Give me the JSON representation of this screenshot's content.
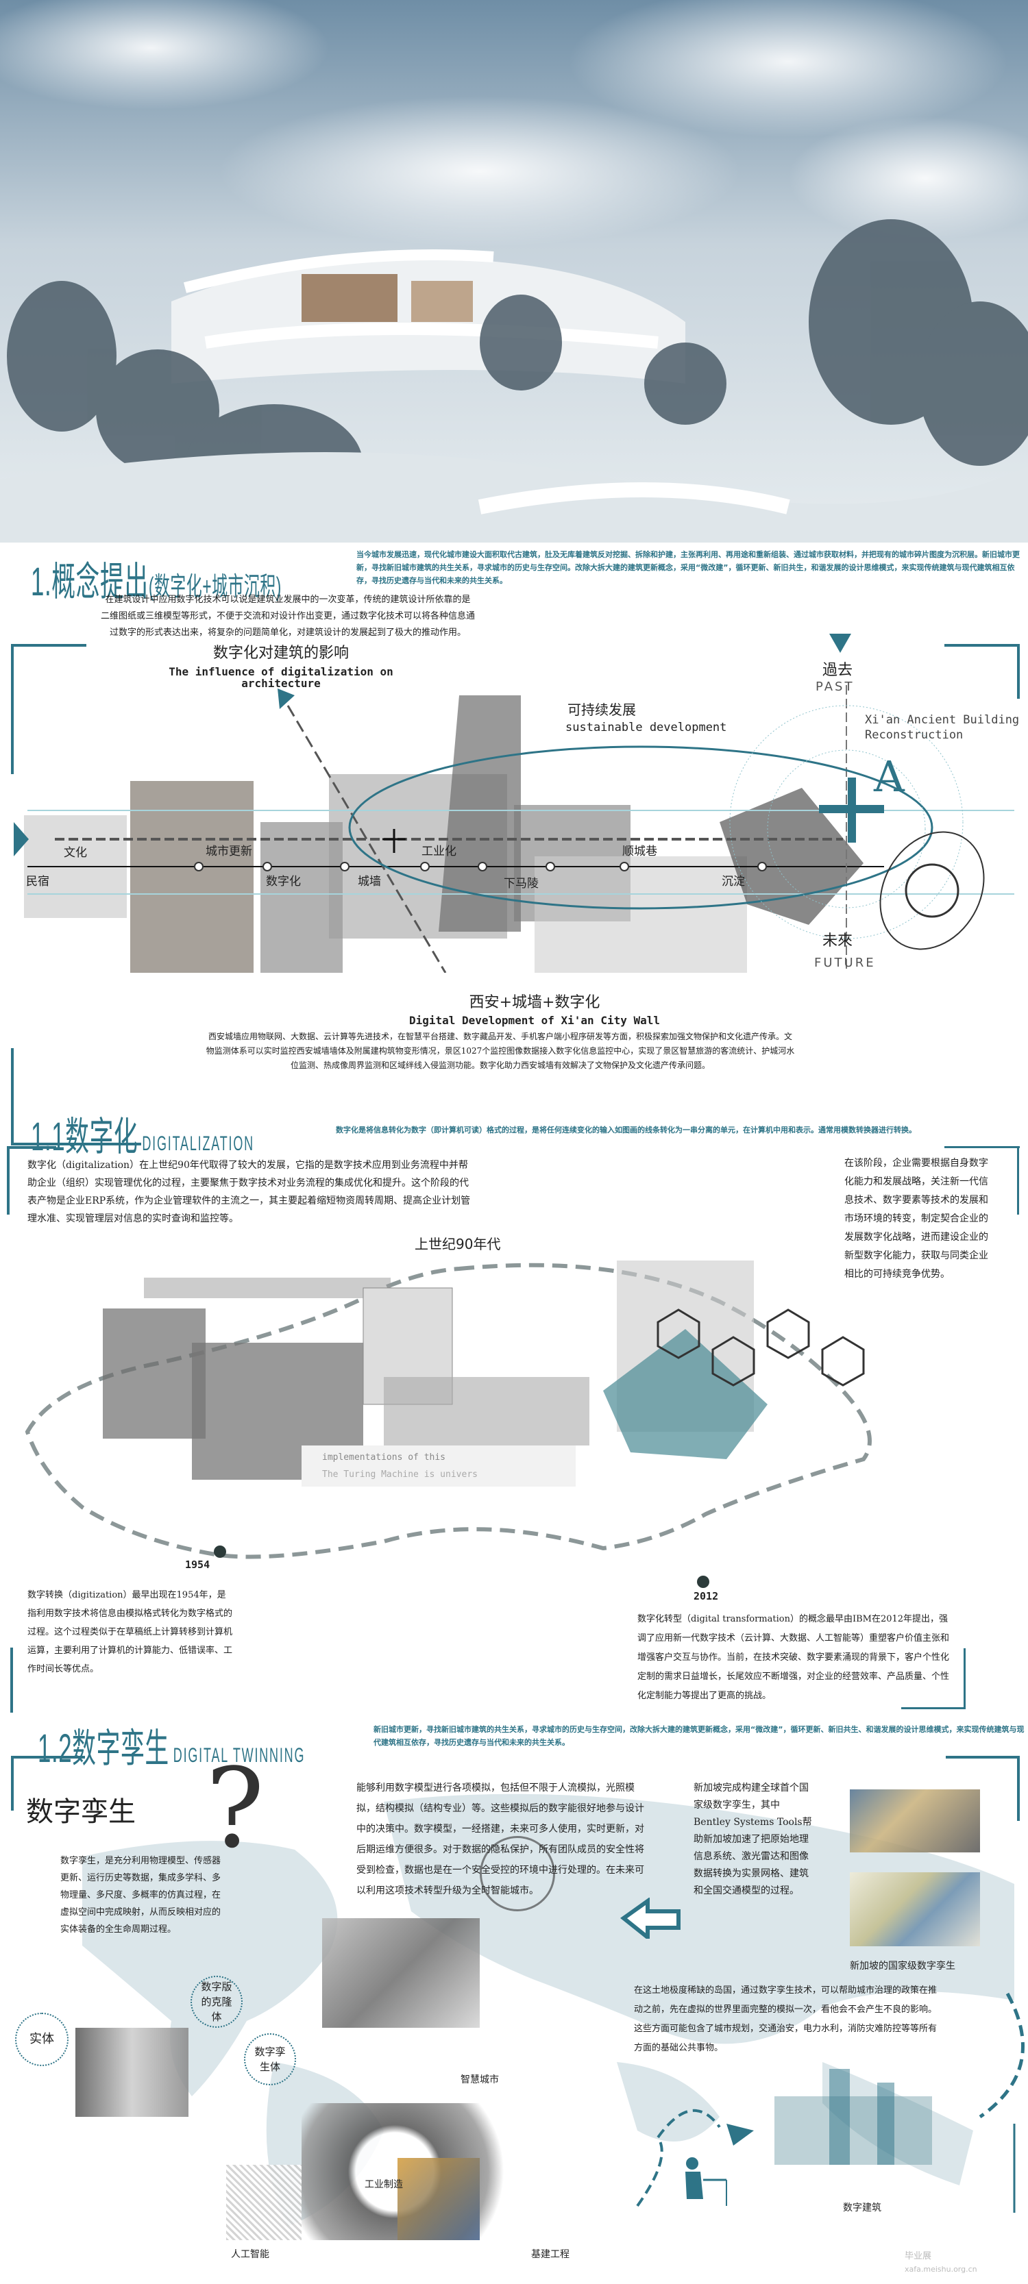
{
  "colors": {
    "accent": "#2e7487",
    "map": "#dbe6ea"
  },
  "section1": {
    "title": "1.概念提出",
    "subtitle": "(数字化+城市沉积)",
    "desc": "当今城市发展迅速，现代化城市建设大面积取代古建筑，肚及无库着建筑反对挖掘、拆除和护建，主张再利用、再用途和重新组装、通过城市获取材料，并把现有的城市碎片图度为沉积层。新旧城市更新，寻找新旧城市建筑的共生关系，寻求城市的历史与生存空间。改除大拆大建的建筑更新概念，采用“微改建”，循环更新、新旧共生，和谐发展的设计思维模式，来实现传统建筑与现代建筑相互依存，寻找历史遗存与当代和未来的共生关系。",
    "intro": [
      "在建筑设计中应用数字化技术可以说是建筑业发展中的一次变革，传统的建筑设计所依靠的是",
      "二维图纸或三维模型等形式，不便于交流和对设计作出变更，通过数字化技术可以将各种信息通",
      "过数字的形式表达出来，将复杂的问题简单化，对建筑设计的发展起到了极大的推动作用。"
    ],
    "influence_cn": "数字化对建筑的影响",
    "influence_en": "The influence of digitalization on architecture",
    "past_cn": "過去",
    "past_en": "PAST",
    "future_cn": "未來",
    "future_en": "FUTURE",
    "sustain_cn": "可持续发展",
    "sustain_en": "sustainable development",
    "xian_en": "Xi'an Ancient Building Reconstruction",
    "timeline": [
      "文化",
      "民宿",
      "城市更新",
      "数字化",
      "城墙",
      "工业化",
      "下马陵",
      "顺城巷",
      "沉淀"
    ],
    "wall_cn": "西安+城墙+数字化",
    "wall_en": "Digital Development of Xi'an City Wall",
    "wall_para": "西安城墙应用物联网、大数据、云计算等先进技术，在智慧平台搭建、数字藏品开发、手机客户端小程序研发等方面，积极探索加强文物保护和文化遗产传承。文物监测体系可以实时监控西安城墙墙体及附属建构筑物变形情况，景区1027个监控图像数据接入数字化信息监控中心，实现了景区智慧旅游的客流统计、护城河水位监测、热成像周界监测和区域绊线入侵监测功能。数字化助力西安城墙有效解决了文物保护及文化遗产传承问题。"
  },
  "section11": {
    "title": "1.1数字化",
    "title_en": "DIGITALIZATION",
    "desc": "数字化是将信息转化为数字（即计算机可读）格式的过程，是将任何连续变化的输入如图画的线条转化为一串分离的单元，在计算机中用和表示。通常用模数转换器进行转换。",
    "para_top": "数字化（digitalization）在上世纪90年代取得了较大的发展，它指的是数字技术应用到业务流程中并帮助企业（组织）实现管理优化的过程，主要聚焦于数字技术对业务流程的集成优化和提升。这个阶段的代表产物是企业ERP系统，作为企业管理软件的主流之一，其主要起着缩短物资周转周期、提高企业计划管理水准、实现管理层对信息的实时查询和监控等。",
    "para_right": "在该阶段，企业需要根据自身数字化能力和发展战略，关注新一代信息技术、数字要素等技术的发展和市场环境的转变，制定契合企业的发展数字化战略，进而建设企业的新型数字化能力，获取与同类企业相比的可持续竞争优势。",
    "label_90s": "上世纪90年代",
    "label_1954": "1954",
    "label_2012": "2012",
    "code1": "implementations of this",
    "code2": "The Turing Machine is univers",
    "para_1954": "数字转换（digitization）最早出现在1954年，是指利用数字技术将信息由模拟格式转化为数字格式的过程。这个过程类似于在草稿纸上计算转移到计算机运算，主要利用了计算机的计算能力、低错误率、工作时间长等优点。",
    "para_2012": "数字化转型（digital transformation）的概念最早由IBM在2012年提出，强调了应用新一代数字技术（云计算、大数据、人工智能等）重塑客户价值主张和增强客户交互与协作。当前，在技术突破、数字要素涌现的背景下，客户个性化定制的需求日益增长，长尾效应不断增强，对企业的经营效率、产品质量、个性化定制能力等提出了更高的挑战。"
  },
  "section12": {
    "title": "1.2数字孪生",
    "title_en": "DIGITAL TWINNING",
    "desc": "新旧城市更新，寻找新旧城市建筑的共生关系，寻求城市的历史与生存空间，改除大拆大建的建筑更新概念，采用“微改建”，循环更新、新旧共生、和谐发展的设计思维模式，来实现传统建筑与现代建筑相互依存，寻找历史遗存与当代和未来的共生关系。",
    "heading": "数字孪生",
    "para_center": "能够利用数字模型进行各项模拟，包括但不限于人流模拟，光照模拟，结构模拟（结构专业）等。这些模拟后的数字能很好地参与设计中的决策中。数字模型，一经搭建，未来可多人使用，实时更新，对后期运维方便很多。对于数据的隐私保护，所有团队成员的安全性将受到检查，数据也是在一个安全受控的环境中进行处理的。在未来可以利用这项技术转型升级为全时智能城市。",
    "para_left": "数字孪生，是充分利用物理模型、传感器更新、运行历史等数据，集成多学科、多物理量、多尺度、多概率的仿真过程，在虚拟空间中完成映射，从而反映相对应的实体装备的全生命周期过程。",
    "para_singapore": "新加坡完成构建全球首个国家级数字孪生，其中Bentley Systems Tools帮助新加坡加速了把原始地理信息系统、激光雷达和图像数据转换为实景网格、建筑和全国交通模型的过程。",
    "caption": "新加坡的国家级数字孪生",
    "para_island": "在这土地极度稀缺的岛国，通过数字孪生技术，可以帮助城市治理的政策在推动之前，先在虚拟的世界里面完整的模拟一次，看他会不会产生不良的影响。这些方面可能包含了城市规划，交通治安，电力水利，消防灾难防控等等所有方面的基础公共事物。",
    "circle_entity": "实体",
    "circle_clone": "数字版的克隆体",
    "circle_twin": "数字孪生体",
    "labels": {
      "smart_city": "智慧城市",
      "industry": "工业制造",
      "ai": "人工智能",
      "infra": "基建工程",
      "digital_arch": "数字建筑"
    },
    "watermark": "xafa.meishu.org.cn",
    "watermark_title": "毕业展"
  }
}
